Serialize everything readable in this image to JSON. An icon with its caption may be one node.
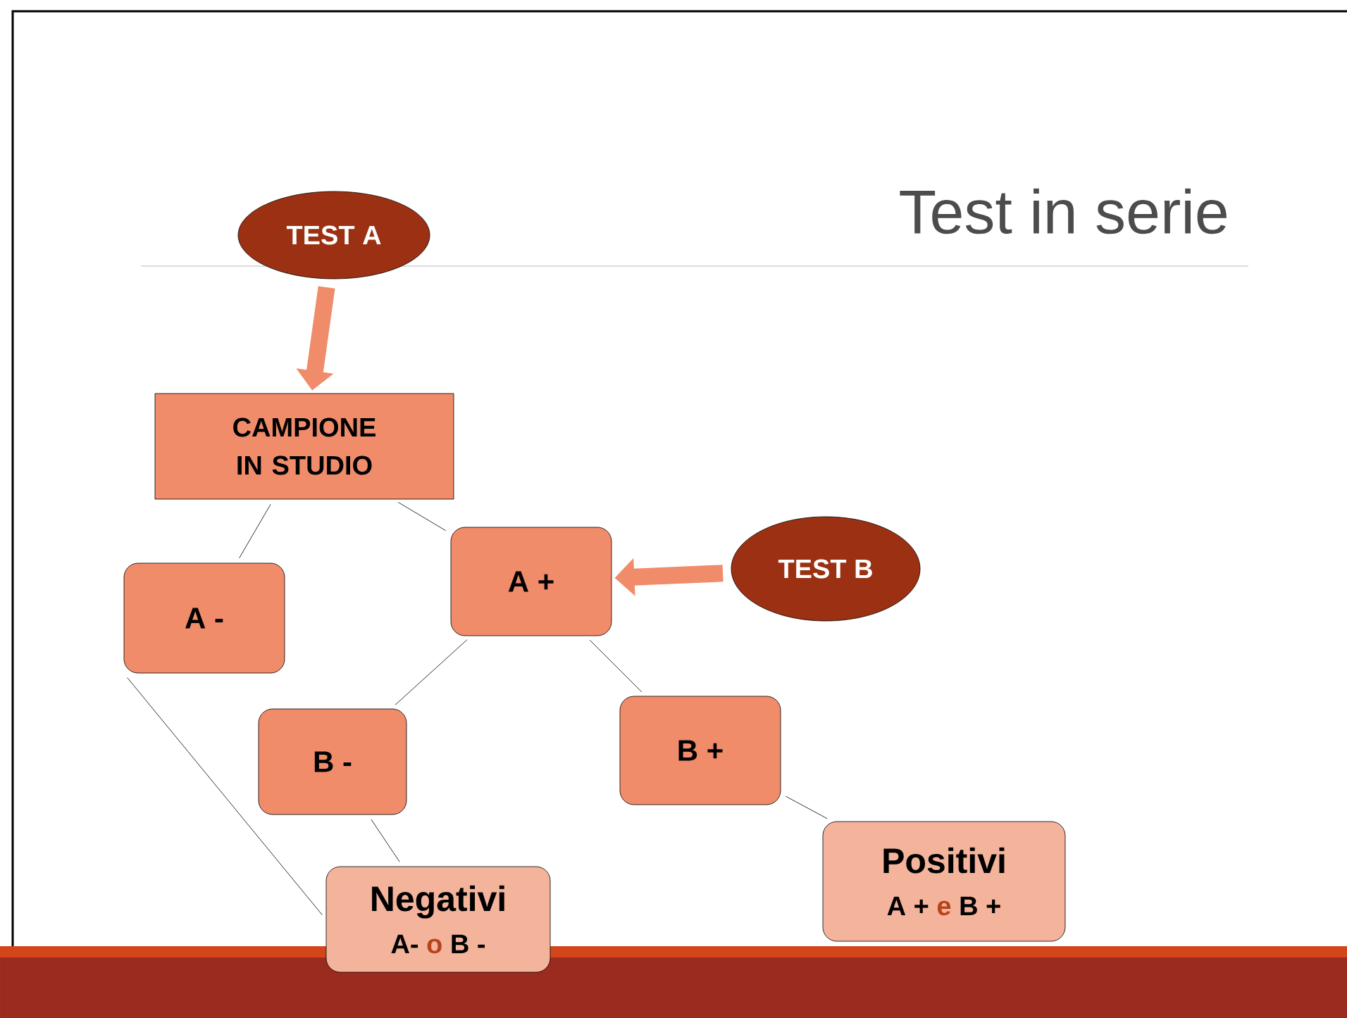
{
  "diagram": {
    "title": "Test in serie",
    "nodes": [
      {
        "text": [
          "TEST A"
        ]
      },
      {
        "text": [
          "CAMPIONE IN STUDIO"
        ]
      },
      {
        "text": [
          "A -"
        ]
      },
      {
        "text": [
          "A +"
        ]
      },
      {
        "text": [
          "TEST B"
        ]
      },
      {
        "text": [
          "B -"
        ]
      },
      {
        "text": [
          "B +"
        ]
      },
      {
        "text": [
          "Negativi",
          "A-",
          "o",
          "B -"
        ]
      },
      {
        "text": [
          "Positivi",
          "A +",
          "e",
          "B +"
        ]
      }
    ],
    "edges": [
      {
        "from": 0,
        "to": 1,
        "arrow": "to",
        "style": "thick",
        "color": "#f08c6a"
      },
      {
        "from": 1,
        "to": 2,
        "arrow": "none"
      },
      {
        "from": 1,
        "to": 3,
        "arrow": "none"
      },
      {
        "from": 4,
        "to": 3,
        "arrow": "to",
        "style": "thick",
        "color": "#f08c6a"
      },
      {
        "from": 3,
        "to": 5,
        "arrow": "none"
      },
      {
        "from": 3,
        "to": 6,
        "arrow": "none"
      },
      {
        "from": 2,
        "to": 7,
        "arrow": "none"
      },
      {
        "from": 5,
        "to": 7,
        "arrow": "none"
      },
      {
        "from": 6,
        "to": 8,
        "arrow": "none"
      }
    ]
  }
}
